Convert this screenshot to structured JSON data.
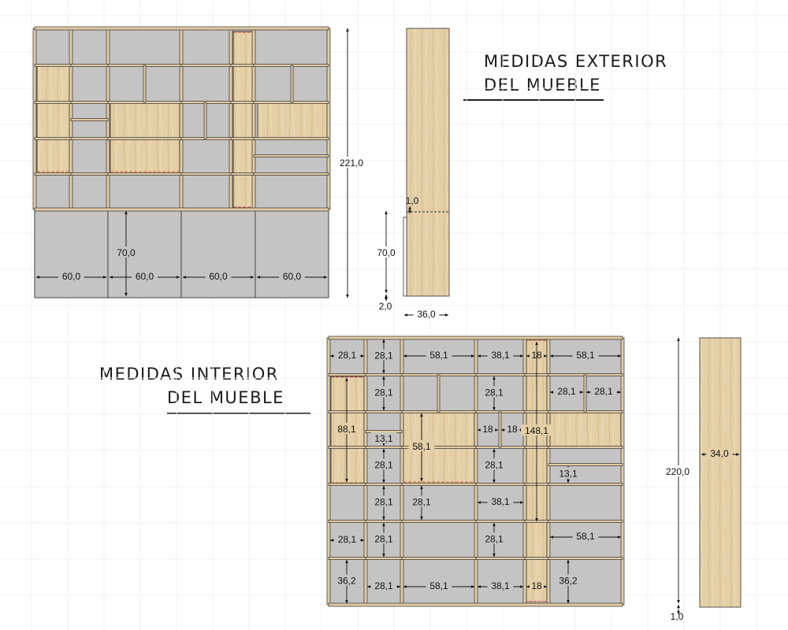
{
  "titles": {
    "exterior": {
      "line1": "MEDIDAS EXTERIOR",
      "line2": "DEL MUEBLE"
    },
    "interior": {
      "line1": "MEDIDAS INTERIOR",
      "line2": "DEL MUEBLE"
    }
  },
  "colors": {
    "panel": "#c4c4c4",
    "wood": "#e2cba2",
    "edge": "#2f2f2f",
    "accent": "#d95b4b",
    "dim": "#111111"
  },
  "exterior": {
    "total_height": "221,0",
    "base_height": "70,0",
    "module_widths": [
      "60,0",
      "60,0",
      "60,0",
      "60,0"
    ],
    "side": {
      "top_gap": "1,0",
      "base_height": "70,0",
      "plinth": "2,0",
      "depth": "36,0"
    }
  },
  "interior": {
    "labels": [
      "28,1",
      "28,1",
      "58,1",
      "38,1",
      "18",
      "58,1",
      "28,1",
      "28,1",
      "28,1",
      "28,1",
      "88,1",
      "13,1",
      "58,1",
      "18",
      "18",
      "148,1",
      "28,1",
      "28,1",
      "13,1",
      "28,1",
      "28,1",
      "38,1",
      "28,1",
      "28,1",
      "28,1",
      "58,1",
      "36,2",
      "28,1",
      "58,1",
      "38,1",
      "18",
      "36,2"
    ],
    "total_height": "220,0",
    "bottom": "1,0",
    "side_depth": "34,0"
  }
}
